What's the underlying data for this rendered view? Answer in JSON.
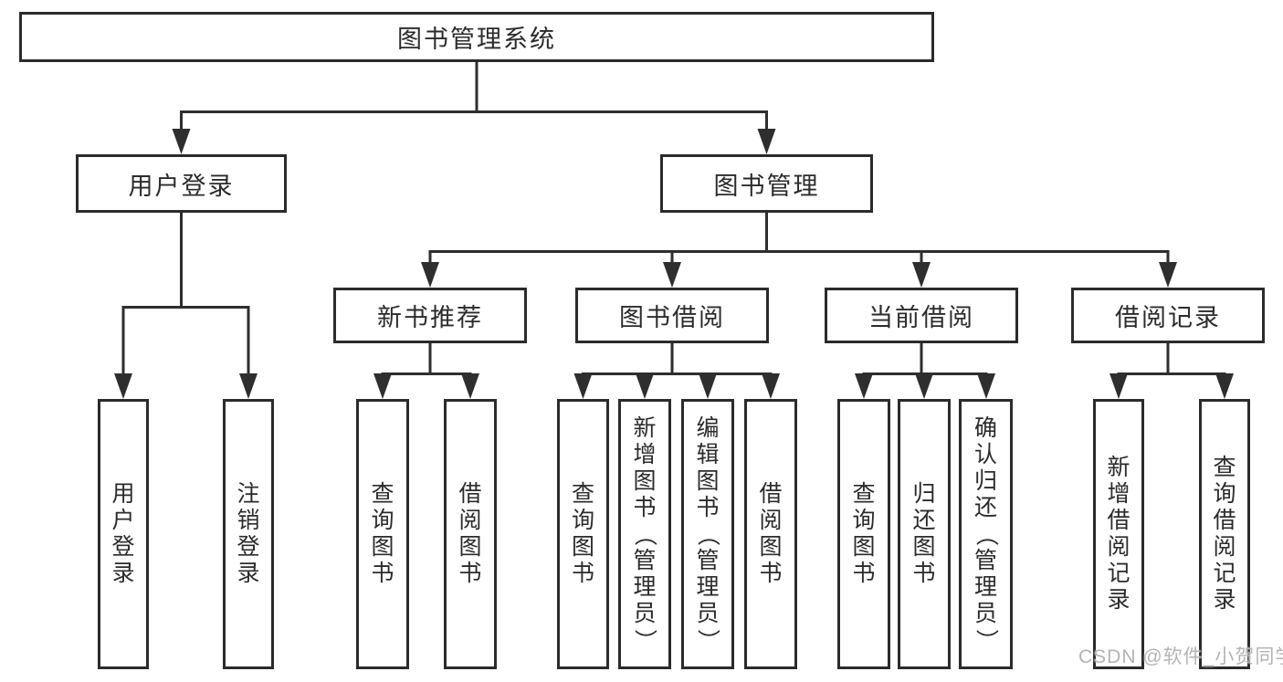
{
  "tree": {
    "root": {
      "label": "图书管理系统"
    },
    "children": [
      {
        "label": "用户登录",
        "children": [
          {
            "label": "用户登录"
          },
          {
            "label": "注销登录"
          }
        ]
      },
      {
        "label": "图书管理",
        "children": [
          {
            "label": "新书推荐",
            "children": [
              {
                "label": "查询图书"
              },
              {
                "label": "借阅图书"
              }
            ]
          },
          {
            "label": "图书借阅",
            "children": [
              {
                "label": "查询图书"
              },
              {
                "label": "新增图书（管理员）"
              },
              {
                "label": "编辑图书（管理员）"
              },
              {
                "label": "借阅图书"
              }
            ]
          },
          {
            "label": "当前借阅",
            "children": [
              {
                "label": "查询图书"
              },
              {
                "label": "归还图书"
              },
              {
                "label": "确认归还（管理员）"
              }
            ]
          },
          {
            "label": "借阅记录",
            "children": [
              {
                "label": "新增借阅记录"
              },
              {
                "label": "查询借阅记录"
              }
            ]
          }
        ]
      }
    ]
  },
  "watermark": {
    "text": "CSDN @软件_小贺同学"
  },
  "colors": {
    "background": "#ffffff",
    "line": "#2e2e2e",
    "box_border": "#2b2b2b",
    "text": "#2b2b2b",
    "watermark": "#b4b4b4"
  }
}
